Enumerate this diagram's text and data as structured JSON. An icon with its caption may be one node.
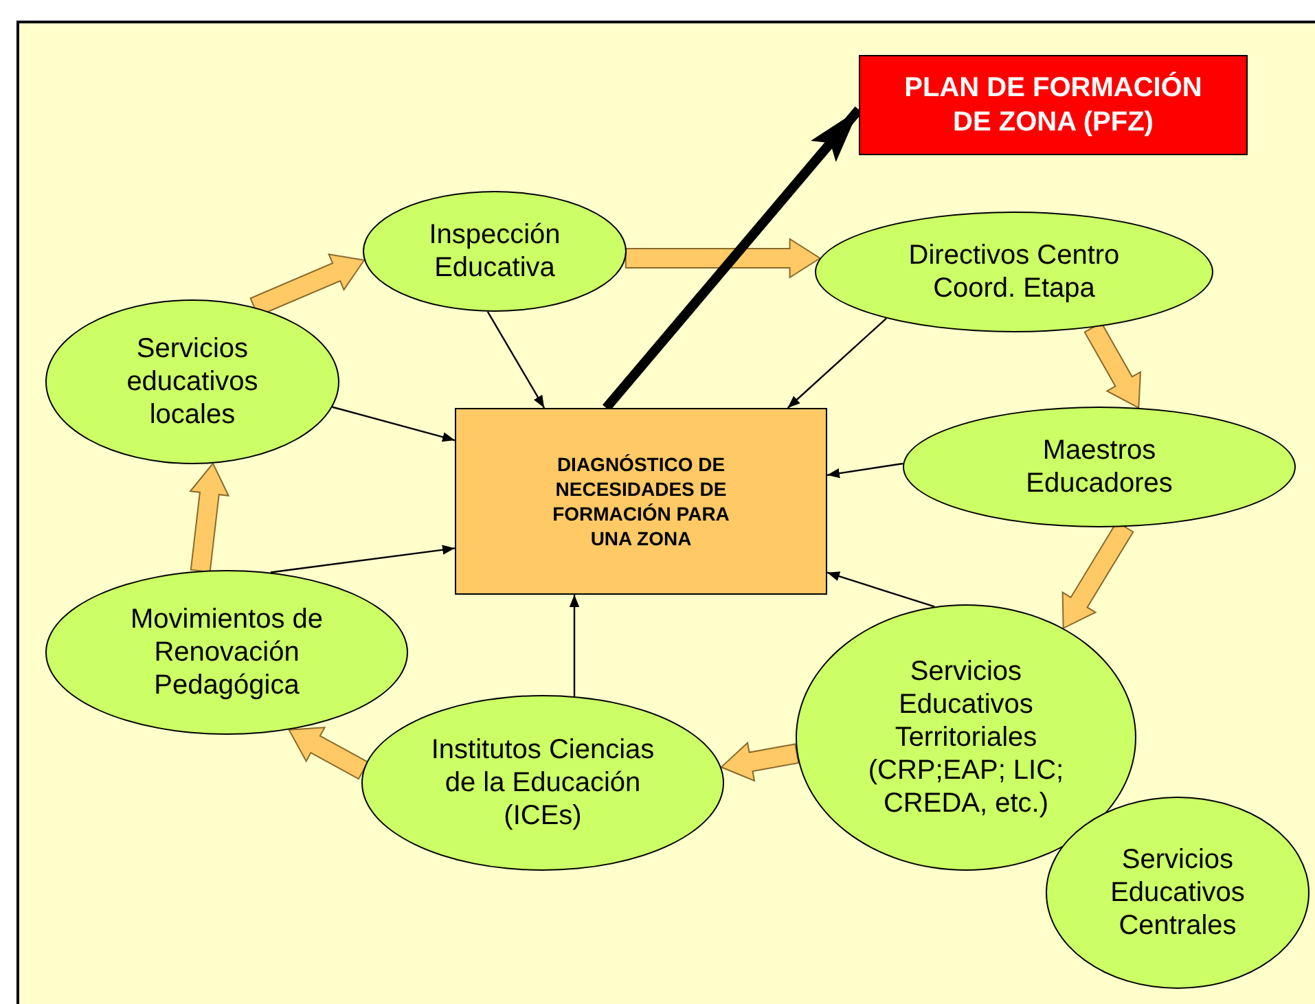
{
  "diagram": {
    "nodes": [
      {
        "text": [
          "PLAN DE FORMACIÓN DE ZONA (PFZ)"
        ]
      },
      {
        "text": [
          "Inspección Educativa"
        ]
      },
      {
        "text": [
          "Directivos Centro Coord. Etapa"
        ]
      },
      {
        "text": [
          "Servicios educativos locales"
        ]
      },
      {
        "text": [
          "DIAGNÓSTICO DE NECESIDADES DE FORMACIÓN PARA UNA ZONA"
        ]
      },
      {
        "text": [
          "Maestros Educadores"
        ]
      },
      {
        "text": [
          "Movimientos de Renovación Pedagógica"
        ]
      },
      {
        "text": [
          "Institutos Ciencias de la Educación (ICEs)"
        ]
      },
      {
        "text": [
          "Servicios Educativos Territoriales (CRP;EAP; LIC; CREDA, etc.)"
        ]
      },
      {
        "text": [
          "Servicios Educativos Centrales"
        ]
      }
    ],
    "edges": [
      {
        "from": 1,
        "to": 4,
        "arrow": "to"
      },
      {
        "from": 2,
        "to": 4,
        "arrow": "to"
      },
      {
        "from": 3,
        "to": 4,
        "arrow": "to"
      },
      {
        "from": 5,
        "to": 4,
        "arrow": "to"
      },
      {
        "from": 6,
        "to": 4,
        "arrow": "to"
      },
      {
        "from": 7,
        "to": 4,
        "arrow": "to"
      },
      {
        "from": 8,
        "to": 4,
        "arrow": "to"
      },
      {
        "from": 3,
        "to": 1,
        "arrow": "to",
        "style": "thick",
        "color": "#ffc966"
      },
      {
        "from": 1,
        "to": 2,
        "arrow": "to",
        "style": "thick",
        "color": "#ffc966"
      },
      {
        "from": 2,
        "to": 5,
        "arrow": "to",
        "style": "thick",
        "color": "#ffc966"
      },
      {
        "from": 5,
        "to": 8,
        "arrow": "to",
        "style": "thick",
        "color": "#ffc966"
      },
      {
        "from": 8,
        "to": 7,
        "arrow": "to",
        "style": "thick",
        "color": "#ffc966"
      },
      {
        "from": 7,
        "to": 6,
        "arrow": "to",
        "style": "thick",
        "color": "#ffc966"
      },
      {
        "from": 6,
        "to": 3,
        "arrow": "to",
        "style": "thick",
        "color": "#ffc966"
      },
      {
        "from": 4,
        "to": 0,
        "arrow": "to",
        "style": "thick"
      }
    ]
  }
}
